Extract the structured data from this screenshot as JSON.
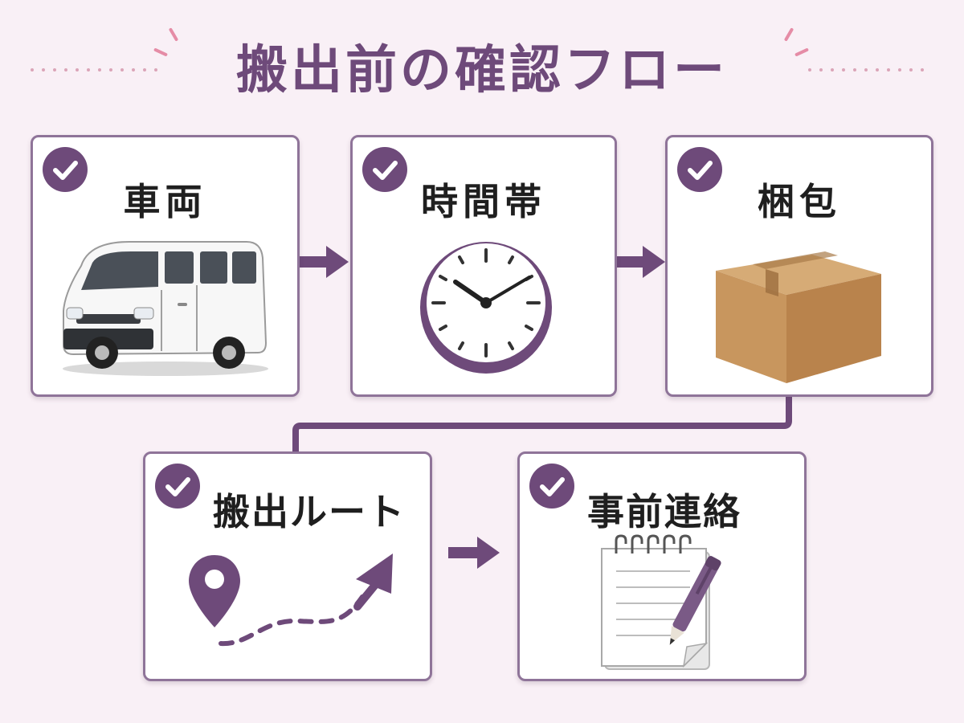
{
  "title": "搬出前の確認フロー",
  "colors": {
    "accent": "#6e4a7a",
    "border": "#8f7499",
    "background": "#f9f0f6",
    "card": "#ffffff",
    "spark": "#e58ca6"
  },
  "steps": [
    {
      "label": "車両",
      "icon": "van-icon",
      "checked": true
    },
    {
      "label": "時間帯",
      "icon": "clock-icon",
      "checked": true
    },
    {
      "label": "梱包",
      "icon": "box-icon",
      "checked": true
    },
    {
      "label": "搬出ルート",
      "icon": "route-icon",
      "checked": true
    },
    {
      "label": "事前連絡",
      "icon": "notepad-pen-icon",
      "checked": true
    }
  ]
}
